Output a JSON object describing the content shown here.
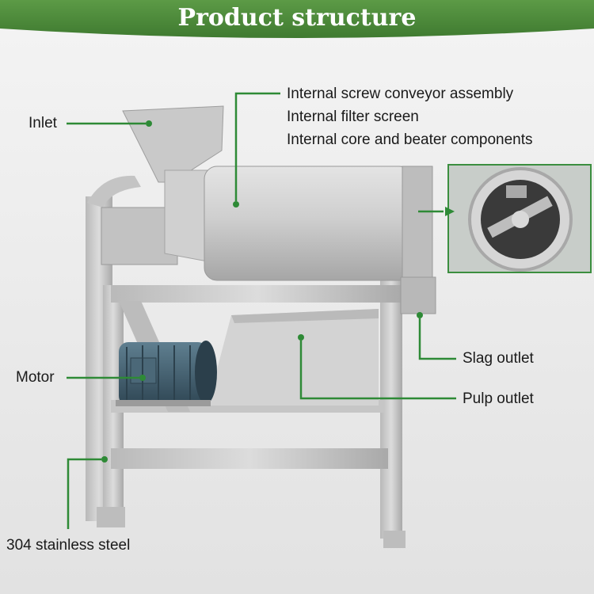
{
  "header": {
    "title": "Product structure"
  },
  "labels": {
    "inlet": "Inlet",
    "internal_1": "Internal screw conveyor assembly",
    "internal_2": "Internal filter screen",
    "internal_3": "Internal core and beater components",
    "slag_outlet": "Slag outlet",
    "motor": "Motor",
    "pulp_outlet": "Pulp outlet",
    "material": "304 stainless steel"
  },
  "colors": {
    "banner": "#4f8a3c",
    "callout": "#2e8a36",
    "steel": "#c8c8c8",
    "motor": "#3d5a6a"
  }
}
